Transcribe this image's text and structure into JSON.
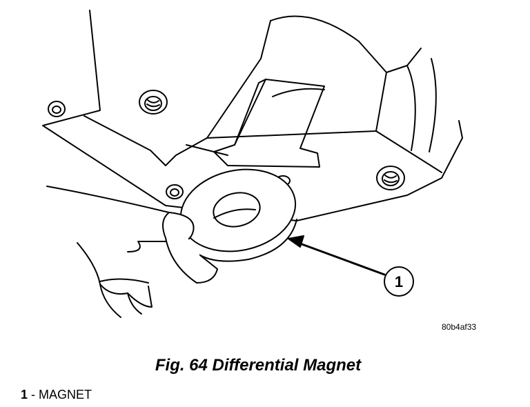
{
  "figure": {
    "callout_number": "1",
    "image_code": "80b4af33",
    "caption": "Fig. 64 Differential Magnet"
  },
  "legend": {
    "items": [
      {
        "number": "1",
        "separator": " - ",
        "label": "MAGNET"
      }
    ]
  }
}
